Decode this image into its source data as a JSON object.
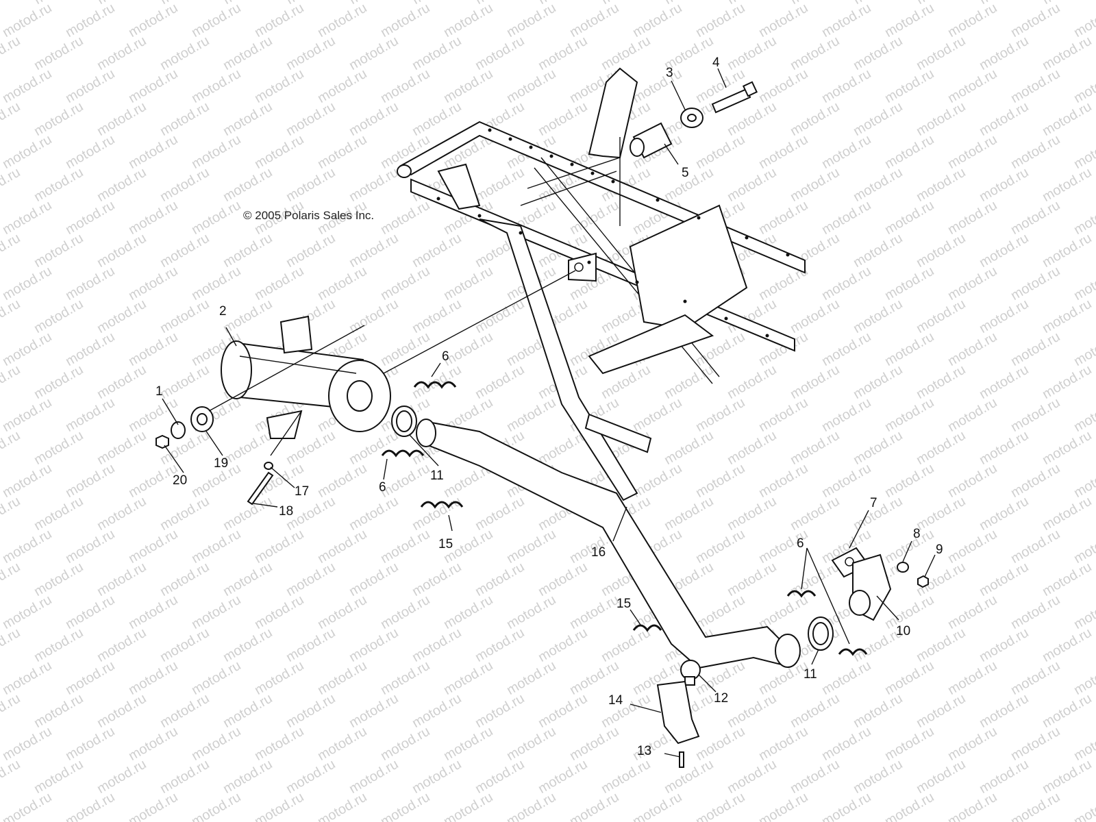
{
  "diagram": {
    "copyright": "© 2005 Polaris Sales Inc.",
    "watermark": "motod.ru",
    "callouts": [
      "1",
      "2",
      "3",
      "4",
      "5",
      "6",
      "6",
      "6",
      "7",
      "8",
      "9",
      "10",
      "11",
      "11",
      "12",
      "13",
      "14",
      "15",
      "15",
      "16",
      "17",
      "18",
      "19",
      "20"
    ]
  }
}
